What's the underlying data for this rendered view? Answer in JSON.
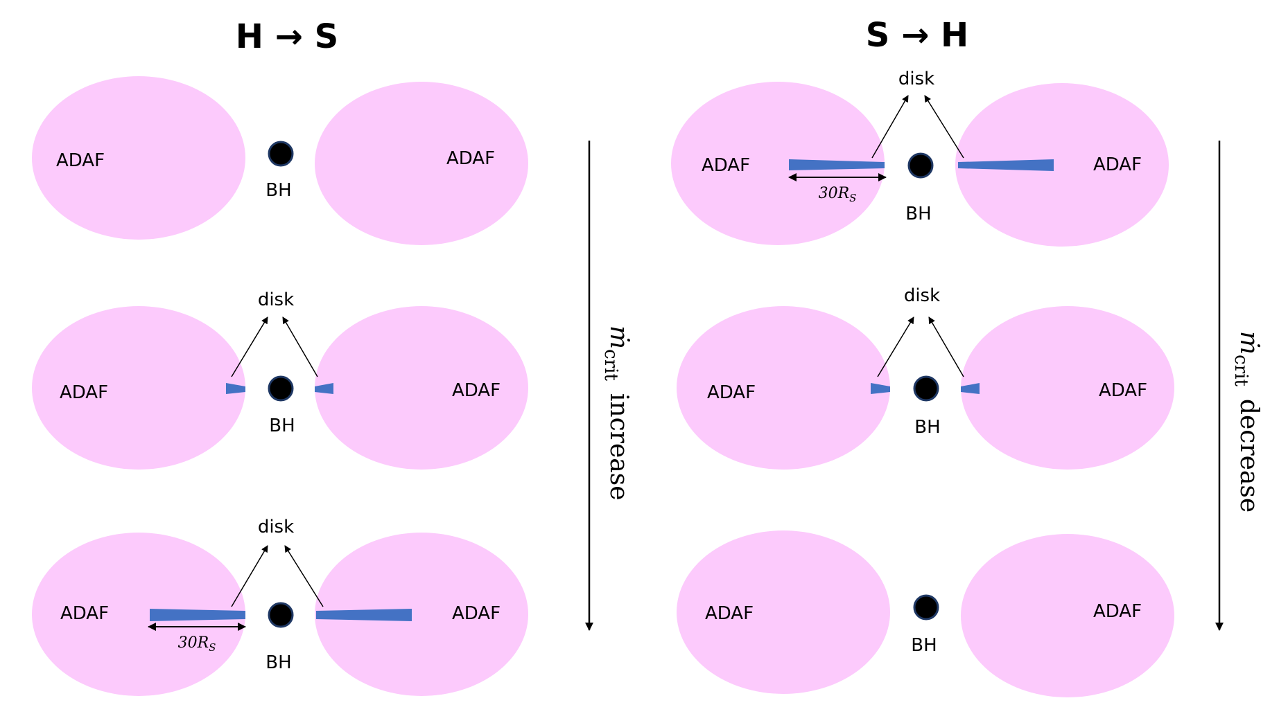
{
  "headers": {
    "left": "H → S",
    "right": "S → H"
  },
  "labels": {
    "adaf": "ADAF",
    "bh": "BH",
    "disk": "disk",
    "scale": "30R",
    "scale_sub": "S"
  },
  "side_arrows": {
    "left_text": "increase",
    "right_text": "decrease",
    "symbol": "ṁ",
    "symbol_sub": "crit"
  },
  "colors": {
    "adaf_fill": "#fccafc",
    "disk_fill": "#4472c4",
    "bh_fill": "#000000",
    "bh_stroke": "#1f3864"
  }
}
